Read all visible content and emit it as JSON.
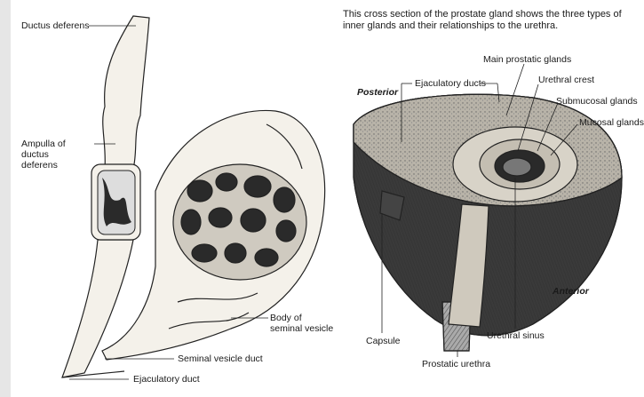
{
  "left_figure": {
    "labels": {
      "ductus_deferens": "Ductus deferens",
      "ampulla": "Ampulla of\nductus\ndeferens",
      "body_seminal_vesicle": "Body of\nseminal vesicle",
      "seminal_vesicle_duct": "Seminal vesicle duct",
      "ejaculatory_duct": "Ejaculatory duct"
    }
  },
  "right_figure": {
    "caption": "This cross section of the prostate gland shows the three types of inner glands and their relationships to the urethra.",
    "labels": {
      "posterior": "Posterior",
      "anterior": "Anterior",
      "ejaculatory_ducts": "Ejaculatory ducts",
      "main_prostatic_glands": "Main prostatic glands",
      "urethral_crest": "Urethral crest",
      "submucosal_glands": "Submucosal glands",
      "mucosal_glands": "Mucosal glands",
      "capsule": "Capsule",
      "urethral_sinus": "Urethral sinus",
      "prostatic_urethra": "Prostatic urethra"
    }
  },
  "colors": {
    "ink": "#1a1a1a",
    "tissue_light": "#f4f1ea",
    "tissue_dark": "#2a2a2a",
    "cut_surface": "#b8b3a8"
  }
}
